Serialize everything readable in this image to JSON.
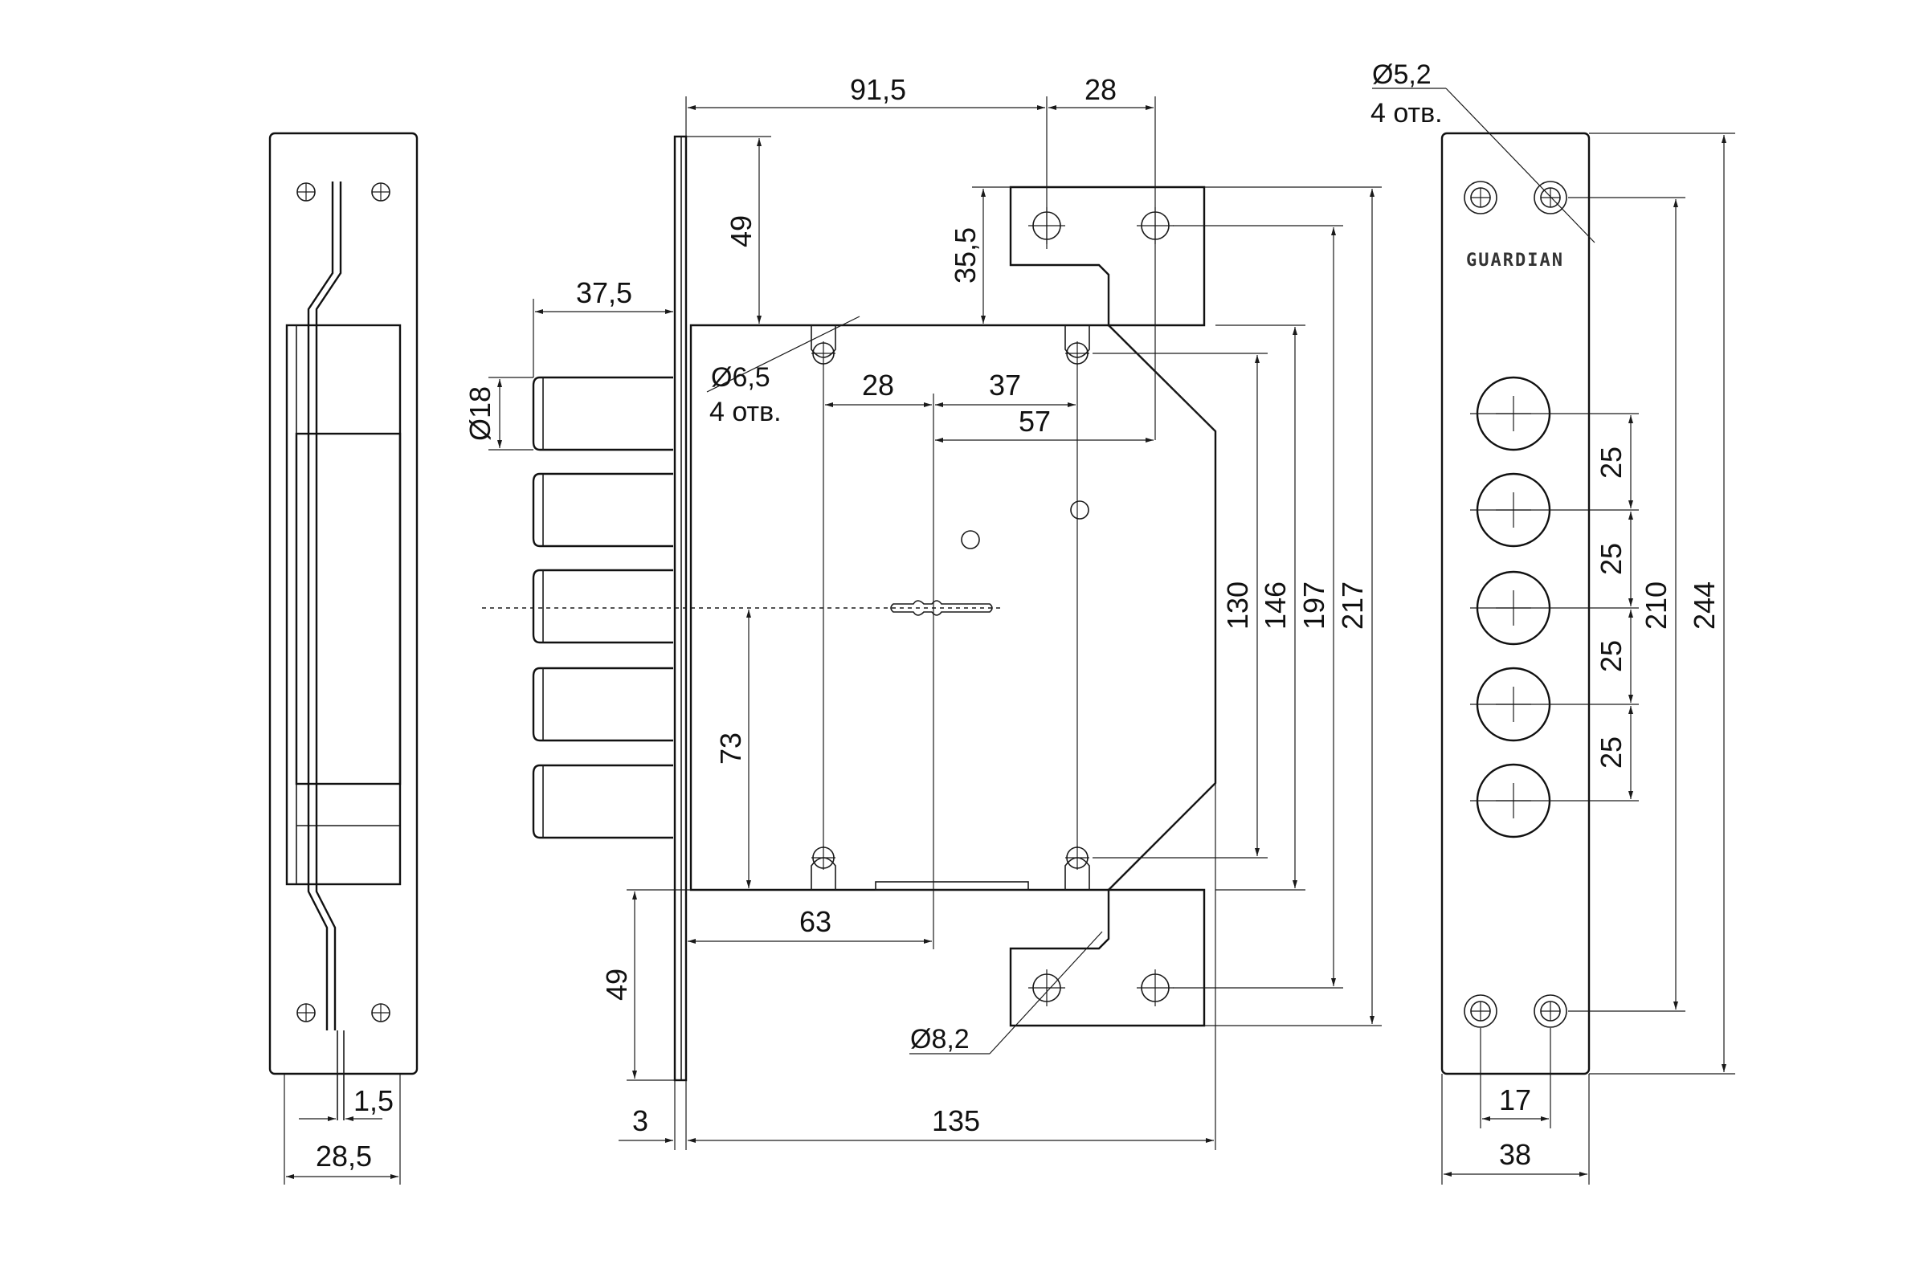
{
  "dimensions": {
    "top_width": "91,5",
    "top_hole_spacing": "28",
    "upper_offset": "49",
    "bracket_height": "35,5",
    "bolt_throw": "37,5",
    "bolt_diameter": "Ø18",
    "hole_diameter": "Ø6,5",
    "hole_count": "4 отв.",
    "case_spacing_left": "28",
    "case_spacing_right": "37",
    "backset": "57",
    "keyhole_height": "73",
    "case_height_130": "130",
    "case_height_146": "146",
    "bracket_span_197": "197",
    "total_span_217": "217",
    "keyhole_backset": "63",
    "lower_offset": "49",
    "bracket_hole": "Ø8,2",
    "faceplate_thickness": "3",
    "case_depth": "135",
    "strike_offset": "1,5",
    "side_width": "28,5",
    "front_hole": "Ø5,2",
    "front_hole_count": "4 отв.",
    "bolt_pitch": [
      "25",
      "25",
      "25",
      "25"
    ],
    "front_hole_span": "210",
    "front_height": "244",
    "front_hole_spacing": "17",
    "front_width": "38"
  },
  "brand": "GUARDIAN"
}
